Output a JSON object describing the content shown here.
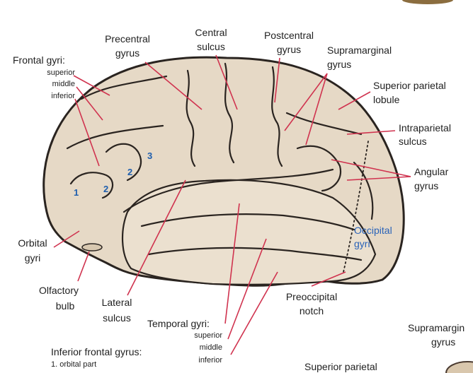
{
  "labels": {
    "frontal_gyri": "Frontal gyri:",
    "frontal_superior": "superior",
    "frontal_middle": "middle",
    "frontal_inferior": "inferior",
    "precentral_l1": "Precentral",
    "precentral_l2": "gyrus",
    "central_l1": "Central",
    "central_l2": "sulcus",
    "postcentral_l1": "Postcentral",
    "postcentral_l2": "gyrus",
    "supramarginal_l1": "Supramarginal",
    "supramarginal_l2": "gyrus",
    "sup_parietal_l1": "Superior parietal",
    "sup_parietal_l2": "lobule",
    "intraparietal_l1": "Intraparietal",
    "intraparietal_l2": "sulcus",
    "angular_l1": "Angular",
    "angular_l2": "gyrus",
    "occipital_l1": "Occipital",
    "occipital_l2": "gyri",
    "orbital_l1": "Orbital",
    "orbital_l2": "gyri",
    "olfactory_l1": "Olfactory",
    "olfactory_l2": "bulb",
    "lateral_l1": "Lateral",
    "lateral_l2": "sulcus",
    "temporal_gyri": "Temporal gyri:",
    "temporal_superior": "superior",
    "temporal_middle": "middle",
    "temporal_inferior": "inferior",
    "preoccipital_l1": "Preoccipital",
    "preoccipital_l2": "notch",
    "inferior_frontal": "Inferior frontal gyrus:",
    "orbital_part": "1. orbital part",
    "bottom_sup_parietal": "Superior parietal",
    "right_supramargin": "Supramargin",
    "right_gyrus": "gyrus"
  },
  "numbers": [
    "1",
    "2",
    "2",
    "3"
  ],
  "colors": {
    "brain_fill": "#e8dccb",
    "gyrus_fill": "#efe4d4",
    "sulcus": "#2a2420",
    "leader": "#d0334f",
    "text": "#1f1f1f",
    "occipital_text": "#2a63b8"
  }
}
